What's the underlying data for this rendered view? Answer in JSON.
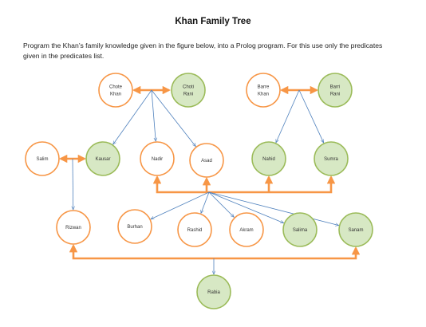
{
  "document": {
    "title": "Khan Family Tree",
    "instructions": "Program the Khan’s family knowledge given in the figure below, into a Prolog program. For this use only the predicates given in the predicates list."
  },
  "colors": {
    "male_stroke": "#f79646",
    "female_stroke": "#9bbb59",
    "female_fill": "#d7e8c4",
    "marriage_arrow": "#f79646",
    "child_arrow": "#4f81bd"
  },
  "tree": {
    "members": [
      {
        "id": "chote_khan",
        "label": [
          "Chote",
          "Khan"
        ],
        "gender": "male"
      },
      {
        "id": "choti_rani",
        "label": [
          "Choti",
          "Rani"
        ],
        "gender": "female"
      },
      {
        "id": "barre_khan",
        "label": [
          "Barre",
          "Khan"
        ],
        "gender": "male"
      },
      {
        "id": "barri_rani",
        "label": [
          "Barri",
          "Rani"
        ],
        "gender": "female"
      },
      {
        "id": "salim",
        "label": [
          "Salim"
        ],
        "gender": "male"
      },
      {
        "id": "kausar",
        "label": [
          "Kausar"
        ],
        "gender": "female"
      },
      {
        "id": "nadir",
        "label": [
          "Nadir"
        ],
        "gender": "male"
      },
      {
        "id": "asad",
        "label": [
          "Asad"
        ],
        "gender": "male"
      },
      {
        "id": "nahid",
        "label": [
          "Nahid"
        ],
        "gender": "female"
      },
      {
        "id": "sumra",
        "label": [
          "Sumra"
        ],
        "gender": "female"
      },
      {
        "id": "rizwan",
        "label": [
          "Rizwan"
        ],
        "gender": "male"
      },
      {
        "id": "burhan",
        "label": [
          "Burhan"
        ],
        "gender": "male"
      },
      {
        "id": "rashid",
        "label": [
          "Rashid"
        ],
        "gender": "male"
      },
      {
        "id": "akram",
        "label": [
          "Akram"
        ],
        "gender": "male"
      },
      {
        "id": "salima",
        "label": [
          "Salima"
        ],
        "gender": "female"
      },
      {
        "id": "sanam",
        "label": [
          "Sanam"
        ],
        "gender": "female"
      },
      {
        "id": "rabia",
        "label": [
          "Rabia"
        ],
        "gender": "female"
      }
    ],
    "marriages": [
      {
        "id": "m1",
        "spouses": [
          "chote_khan",
          "choti_rani"
        ]
      },
      {
        "id": "m2",
        "spouses": [
          "barre_khan",
          "barri_rani"
        ]
      },
      {
        "id": "m3",
        "spouses": [
          "salim",
          "kausar"
        ]
      },
      {
        "id": "m4",
        "spouses": [
          "nadir",
          "asad",
          "nahid",
          "sumra"
        ]
      },
      {
        "id": "m5",
        "spouses": [
          "rizwan",
          "sanam"
        ]
      }
    ],
    "parentage": [
      {
        "marriage": "m1",
        "children": [
          "kausar",
          "nadir",
          "asad"
        ]
      },
      {
        "marriage": "m2",
        "children": [
          "nahid",
          "sumra"
        ]
      },
      {
        "marriage": "m3",
        "children": [
          "rizwan"
        ]
      },
      {
        "marriage": "m4",
        "children": [
          "burhan",
          "rashid",
          "akram",
          "salima",
          "sanam"
        ]
      },
      {
        "marriage": "m5",
        "children": [
          "rabia"
        ]
      }
    ]
  }
}
